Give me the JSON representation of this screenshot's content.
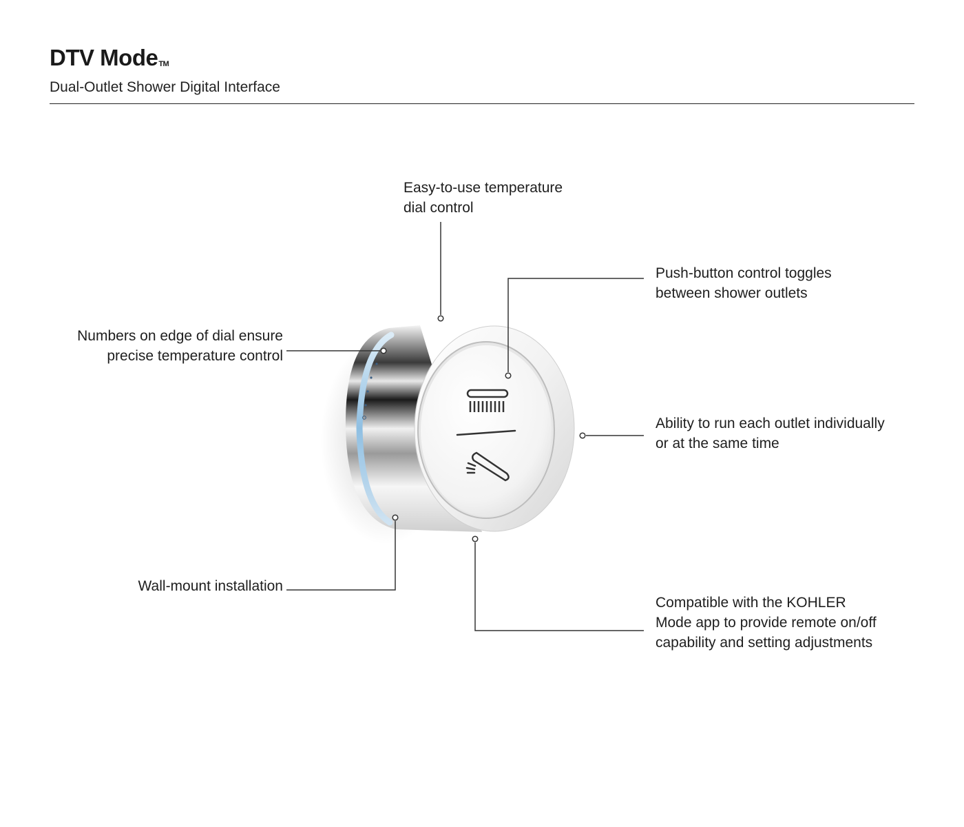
{
  "header": {
    "title": "DTV Mode",
    "trademark": "TM",
    "subtitle": "Dual-Outlet Shower Digital Interface"
  },
  "callouts": {
    "temperature_dial": "Easy-to-use temperature\ndial control",
    "push_button": "Push-button control toggles\nbetween shower outlets",
    "edge_numbers": "Numbers on edge of dial ensure\nprecise temperature control",
    "outlets": "Ability to run each outlet individually\nor at the same time",
    "wall_mount": "Wall-mount installation",
    "app": "Compatible with the KOHLER\nMode app to provide remote on/off\ncapability and setting adjustments"
  },
  "icons": {
    "top_outlet": "rain-showerhead-icon",
    "bottom_outlet": "handshower-icon"
  },
  "colors": {
    "text": "#1e1e1e",
    "leader_line": "#333333",
    "dial_blue_ring": "#9ec8e6"
  }
}
